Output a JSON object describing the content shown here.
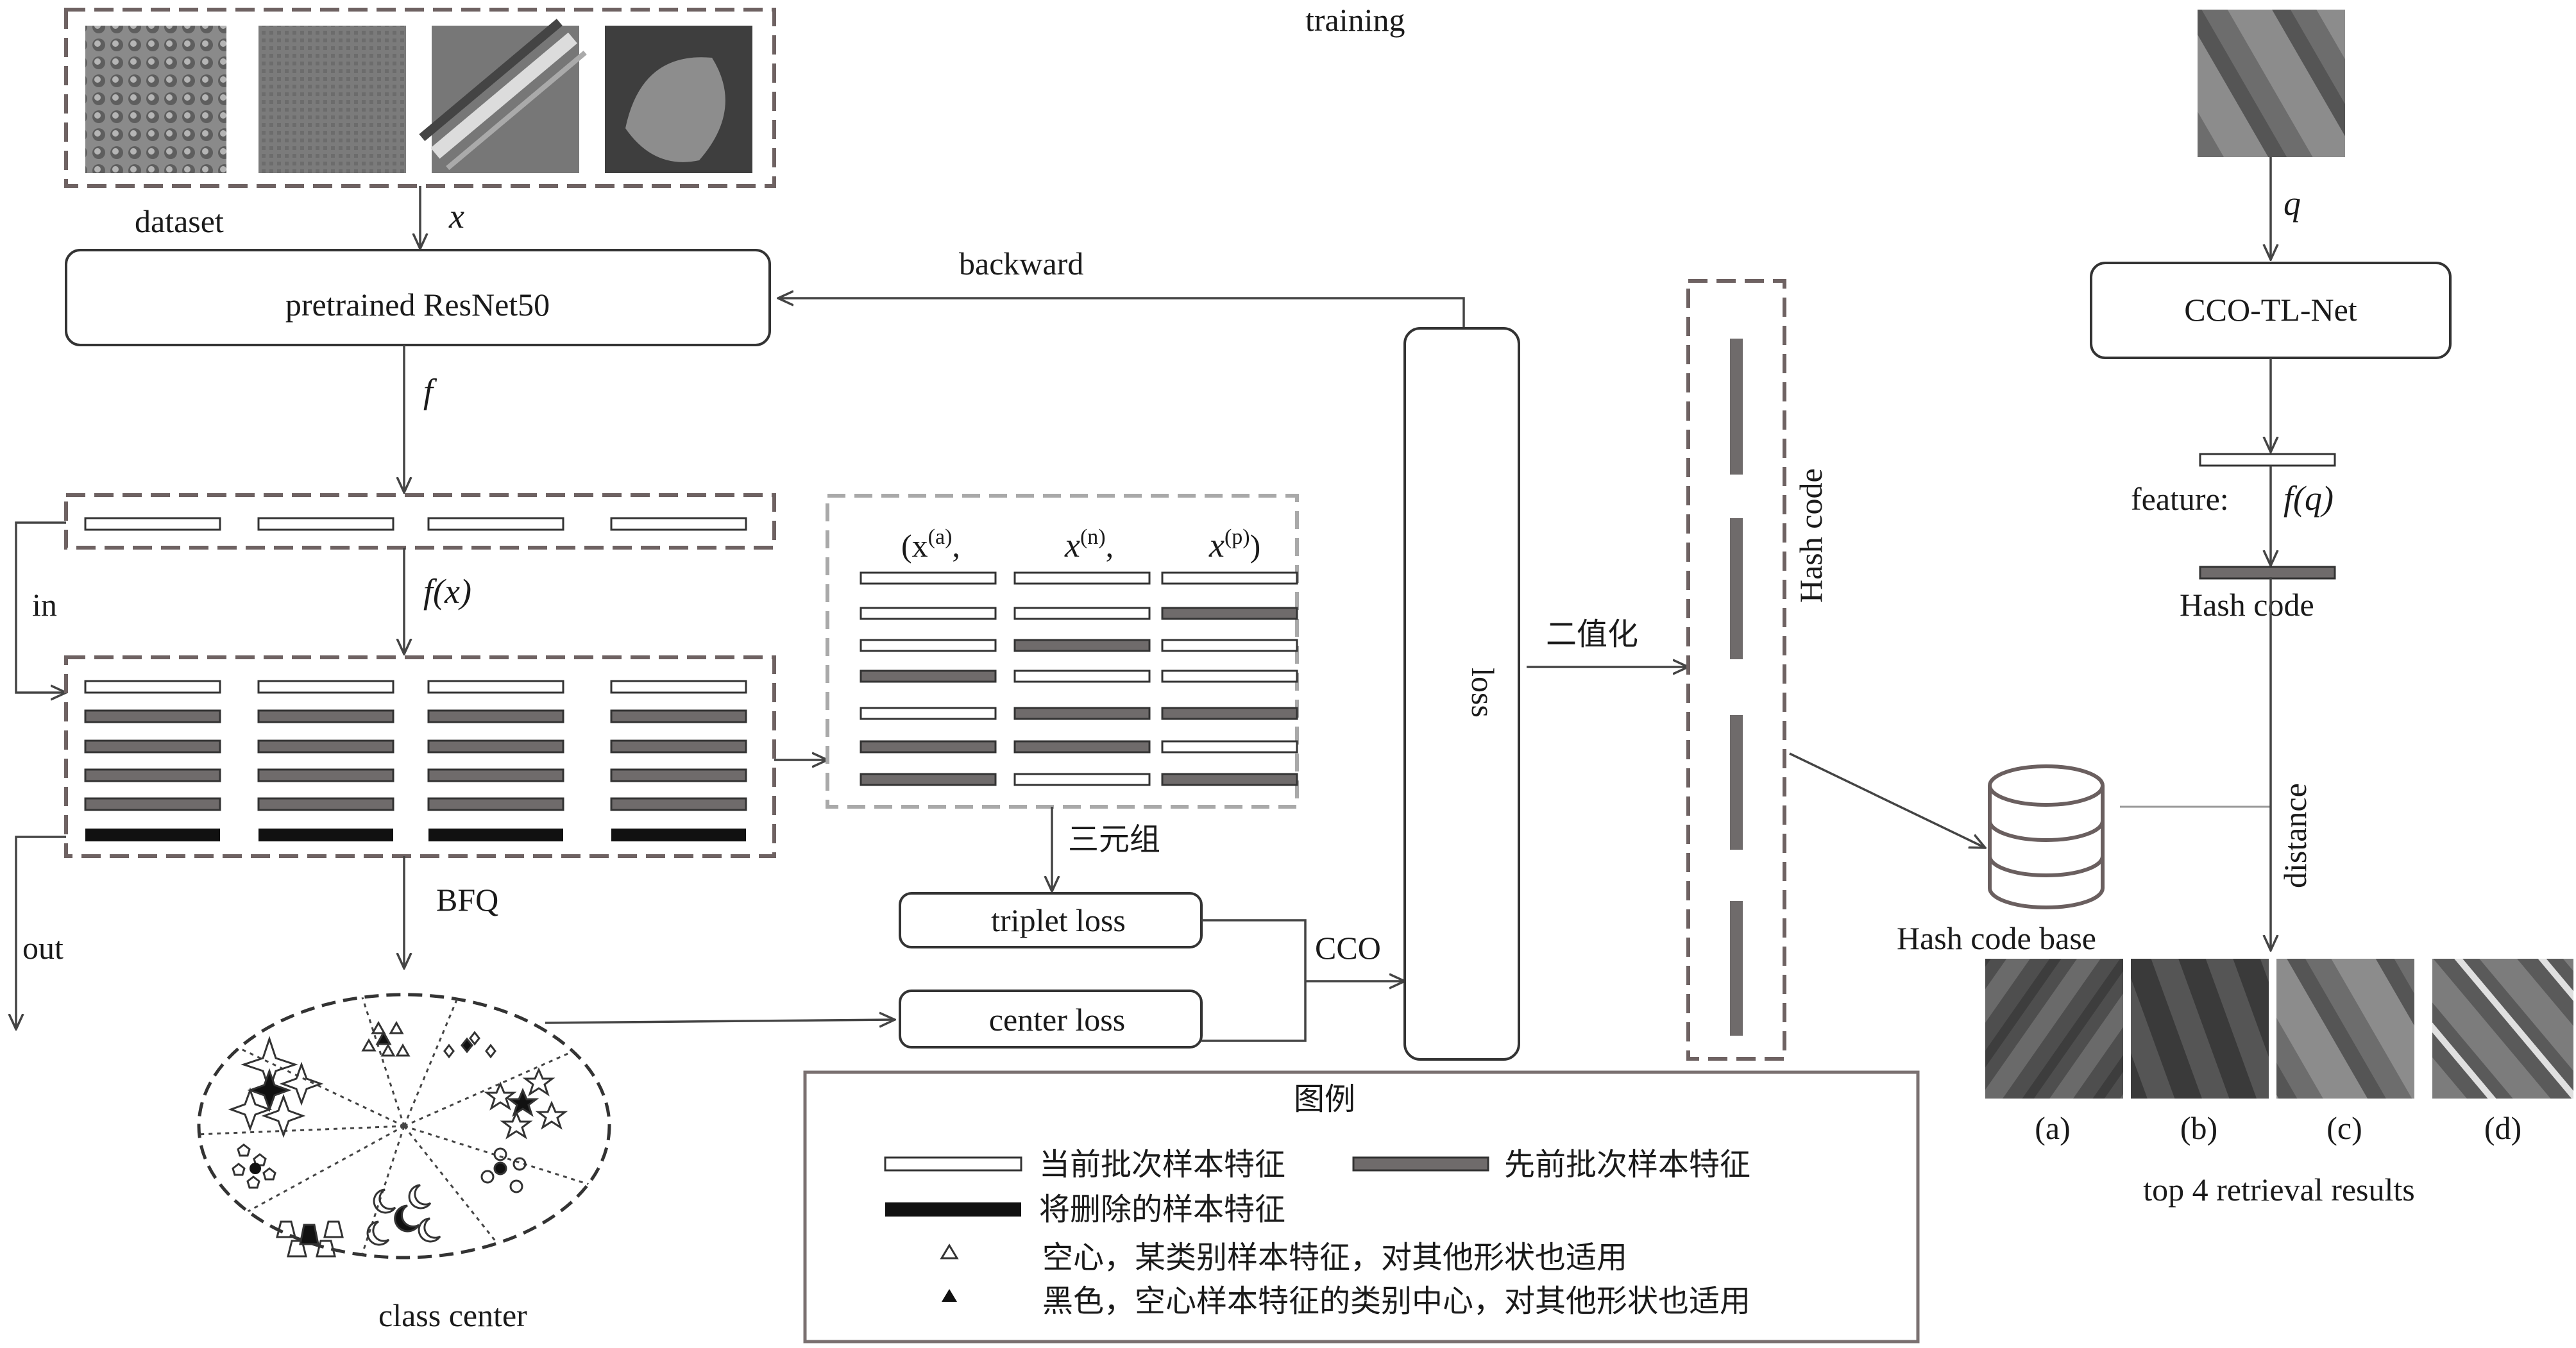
{
  "labels": {
    "training": "training",
    "dataset": "dataset",
    "x": "x",
    "pretrained": "pretrained ResNet50",
    "backward": "backward",
    "f": "f",
    "fx": "f(x)",
    "in": "in",
    "out": "out",
    "bfq": "BFQ",
    "class_center": "class center",
    "triplet_open": "(x",
    "triplet_a": "(a)",
    "triplet_n_base": "x",
    "triplet_n": "(n)",
    "triplet_p_base": "x",
    "triplet_p": "(p)",
    "sanyuanzu": "三元组",
    "triplet_loss": "triplet loss",
    "center_loss": "center loss",
    "cco": "CCO",
    "loss": "loss",
    "binarize": "二值化",
    "hash_code_vertical": "Hash code",
    "q": "q",
    "cco_tl_net": "CCO-TL-Net",
    "feature": "feature:",
    "fq": "f(q)",
    "hash_code": "Hash code",
    "distance": "distance",
    "hash_code_base": "Hash code base",
    "results_caption": "top 4 retrieval results",
    "result_labels": [
      "(a)",
      "(b)",
      "(c)",
      "(d)"
    ]
  },
  "legend": {
    "title": "图例",
    "current_batch": "当前批次样本特征",
    "previous_batch": "先前批次样本特征",
    "to_delete": "将删除的样本特征",
    "hollow": "空心，某类别样本特征，对其他形状也适用",
    "black": "黑色，空心样本特征的类别中心，对其他形状也适用"
  },
  "colors": {
    "stroke": "#333333",
    "previous_bar": "#6f6b6b",
    "delete_bar": "#111111",
    "dashed_box": "#6e6262"
  }
}
